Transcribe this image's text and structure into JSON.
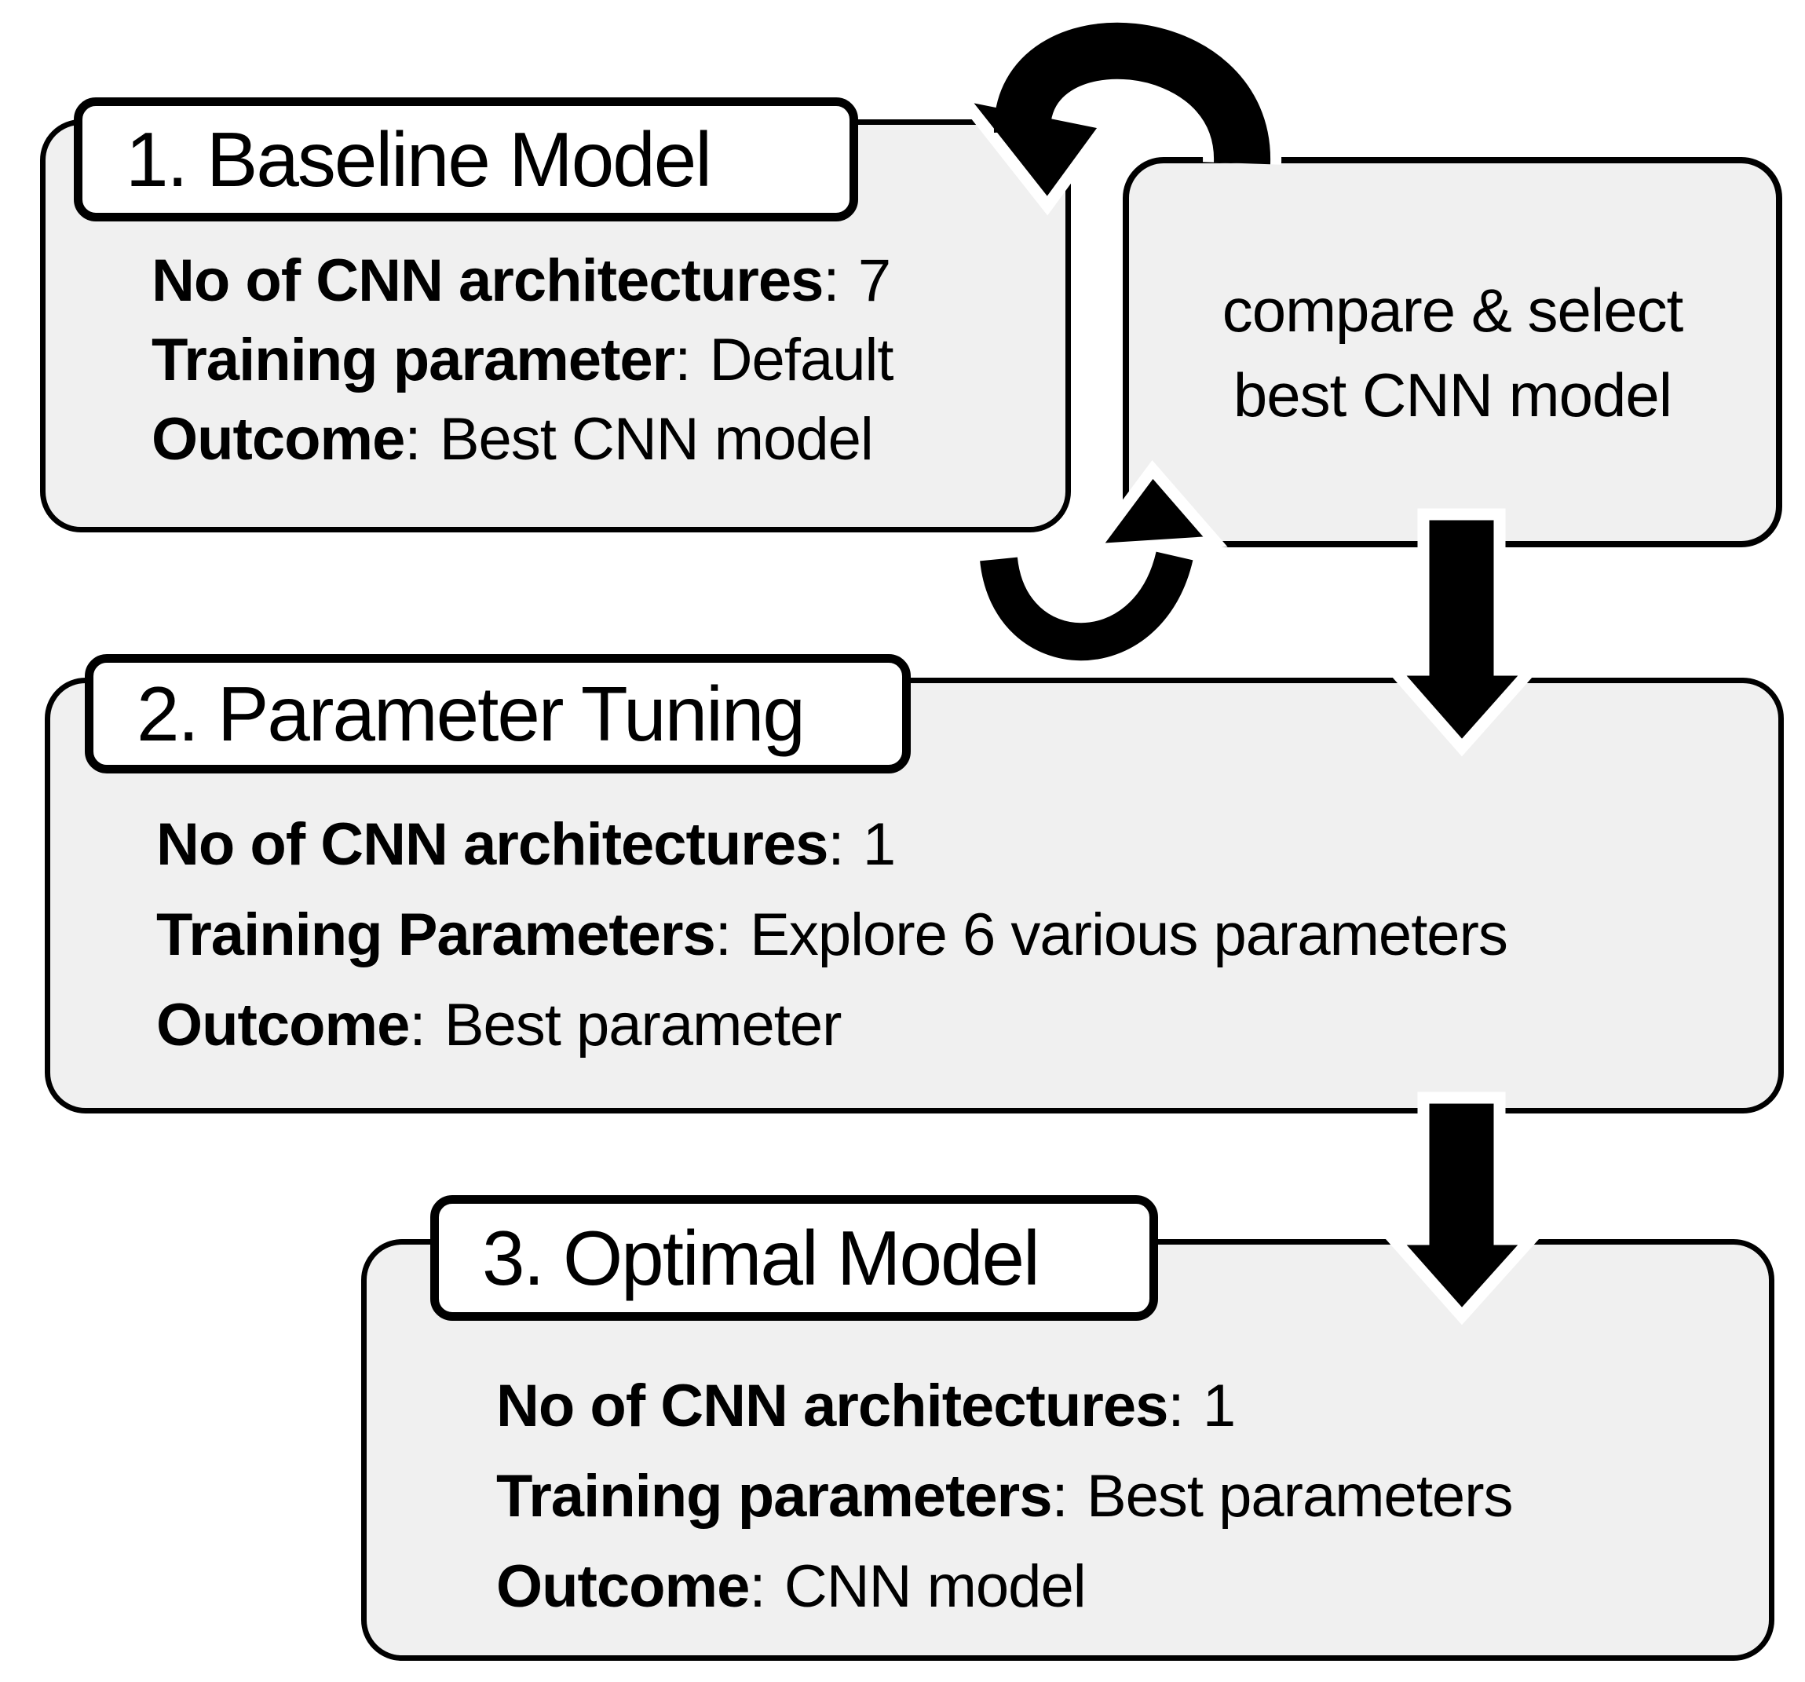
{
  "separator": ":",
  "colors": {
    "background": "#ffffff",
    "box_fill": "#f0f0f0",
    "tab_fill": "#ffffff",
    "ink": "#000000",
    "arrow": "#000000"
  },
  "boxes": [
    {
      "title": "1. Baseline Model",
      "lines": [
        {
          "label": "No of CNN architectures",
          "value": "7"
        },
        {
          "label": "Training parameter",
          "value": "Default"
        },
        {
          "label": "Outcome",
          "value": "Best CNN model"
        }
      ]
    },
    {
      "title": "2. Parameter Tuning",
      "lines": [
        {
          "label": "No of CNN architectures",
          "value": "1"
        },
        {
          "label": "Training Parameters",
          "value": "Explore 6 various parameters"
        },
        {
          "label": "Outcome",
          "value": "Best parameter"
        }
      ]
    },
    {
      "title": "3. Optimal Model",
      "lines": [
        {
          "label": "No of CNN architectures",
          "value": "1"
        },
        {
          "label": "Training parameters",
          "value": "Best parameters"
        },
        {
          "label": "Outcome",
          "value": "CNN model"
        }
      ]
    }
  ],
  "connector": {
    "line1": "compare & select",
    "line2": "best CNN model"
  }
}
